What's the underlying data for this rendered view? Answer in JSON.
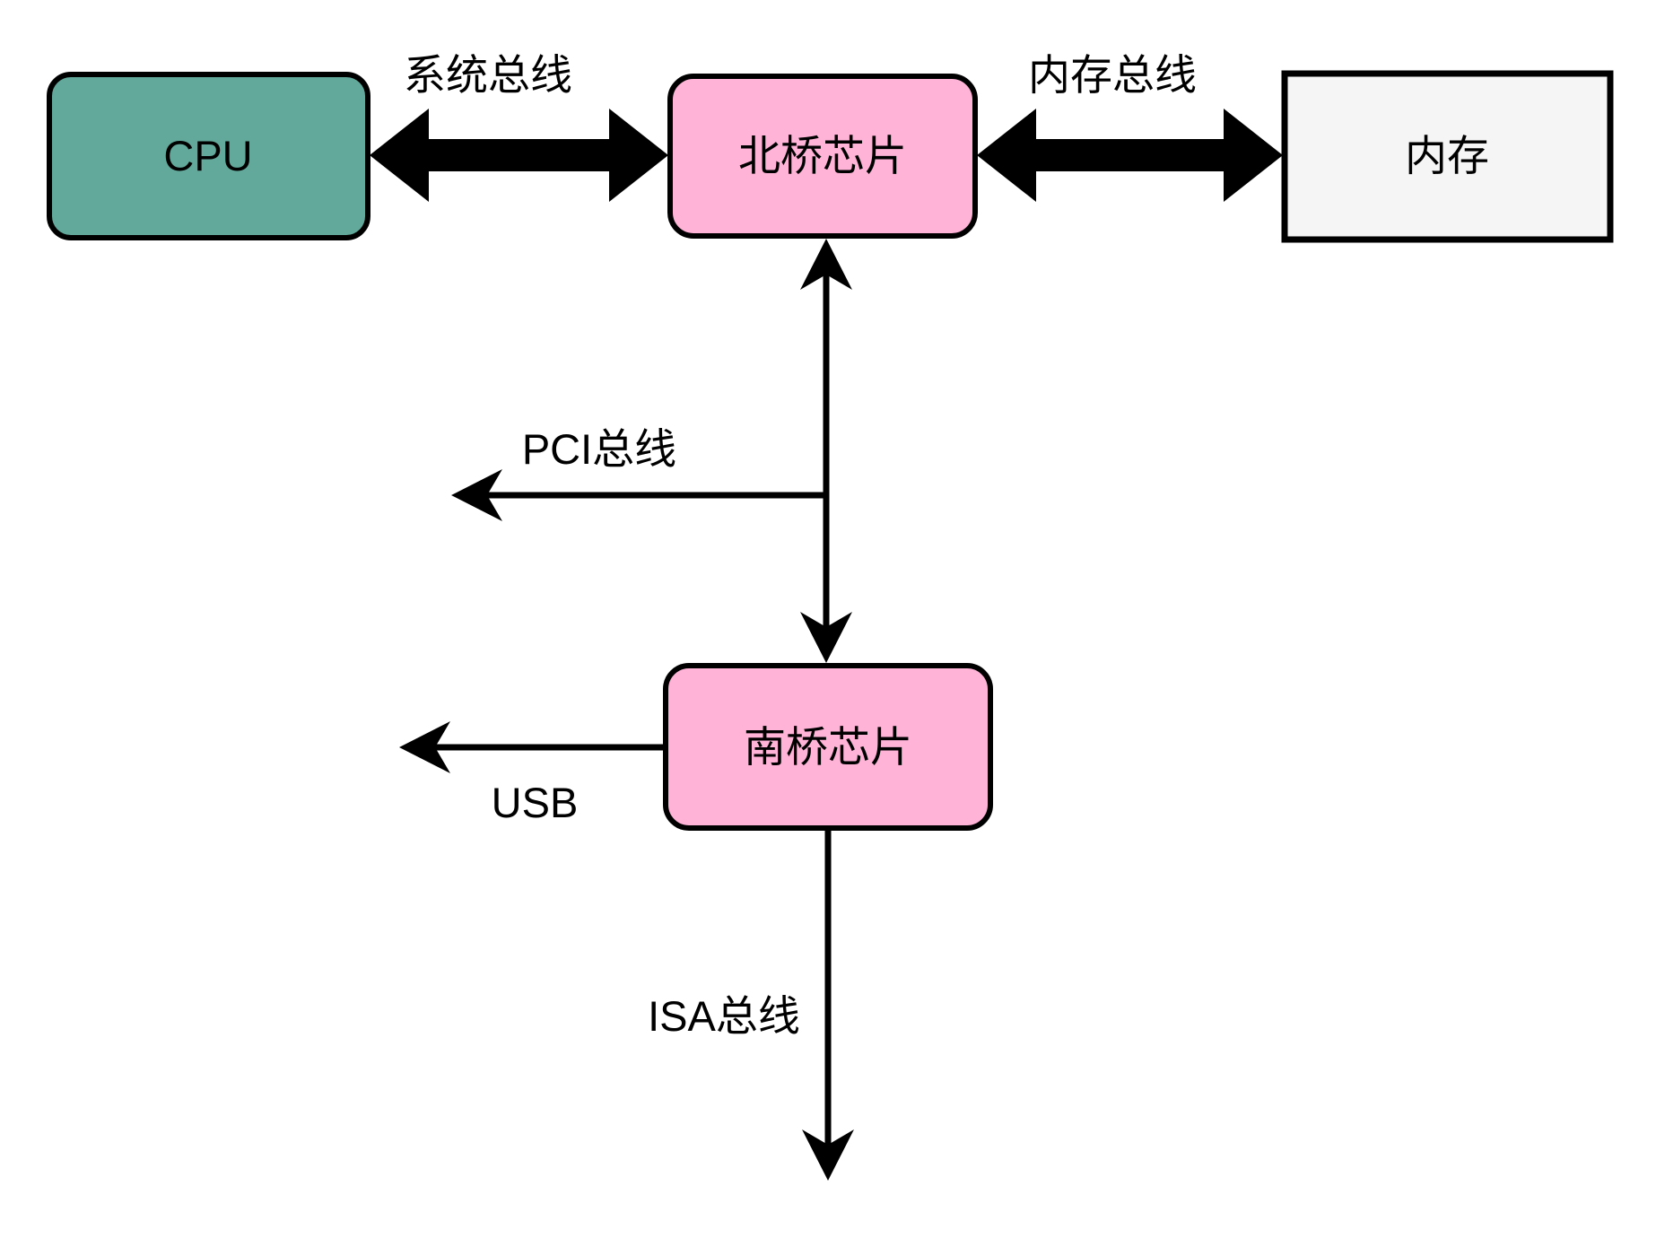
{
  "diagram": {
    "background": "#FFFFFF",
    "colors": {
      "cpu_fill": "#62A99B",
      "bridge_fill": "#FFB3D7",
      "memory_fill": "#F5F5F5",
      "stroke": "#000000",
      "memory_text": "#3D3D3D",
      "line": "#000000"
    },
    "nodes": {
      "cpu": {
        "label": "CPU",
        "shape": "rounded-rect"
      },
      "northbridge": {
        "label": "北桥芯片",
        "shape": "rounded-rect"
      },
      "memory": {
        "label": "内存",
        "shape": "rect"
      },
      "southbridge": {
        "label": "南桥芯片",
        "shape": "rounded-rect"
      }
    },
    "edges": {
      "system_bus": {
        "label": "系统总线",
        "kind": "thick",
        "bidirectional": true,
        "from": "cpu",
        "to": "northbridge"
      },
      "memory_bus": {
        "label": "内存总线",
        "kind": "thick",
        "bidirectional": true,
        "from": "northbridge",
        "to": "memory"
      },
      "bridge_link": {
        "label": "",
        "kind": "thin",
        "bidirectional": true,
        "from": "northbridge",
        "to": "southbridge"
      },
      "pci_bus": {
        "label": "PCI总线",
        "kind": "thin",
        "direction": "left",
        "from": "bridge_link"
      },
      "usb": {
        "label": "USB",
        "kind": "thin",
        "direction": "left",
        "from": "southbridge"
      },
      "isa_bus": {
        "label": "ISA总线",
        "kind": "thin",
        "direction": "down",
        "from": "southbridge"
      }
    }
  }
}
